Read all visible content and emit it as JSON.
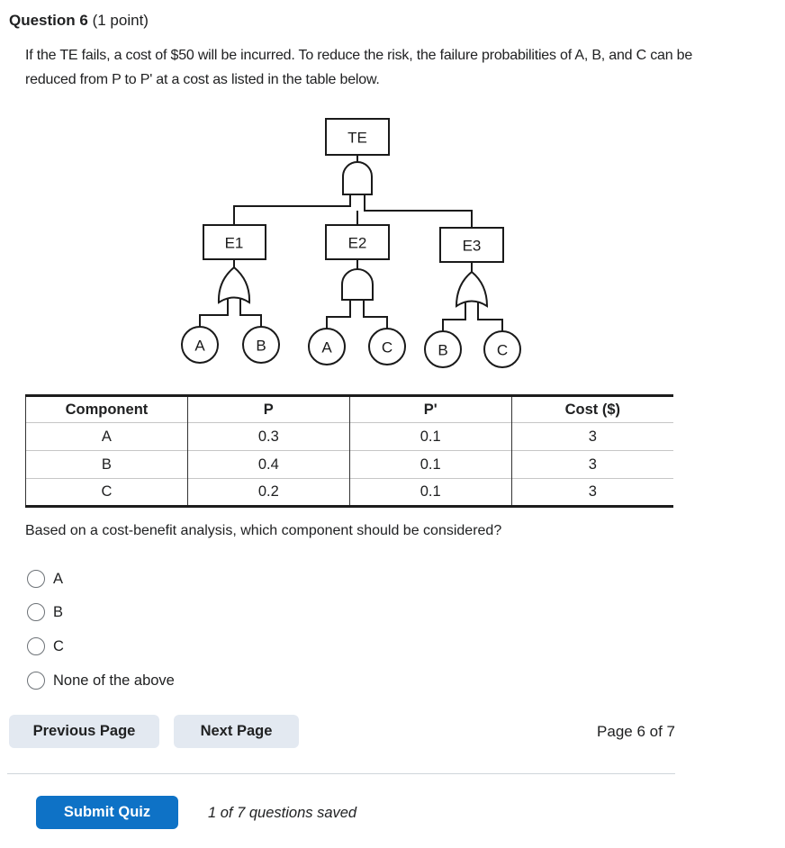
{
  "question": {
    "number_label": "Question 6",
    "points_label": "(1 point)",
    "prompt": "If the TE fails, a cost of $50 will be incurred. To reduce the risk, the failure probabilities of A, B, and C can be reduced from P to P' at a cost as listed in the table below.",
    "followup": "Based on a cost-benefit analysis, which component should be considered?"
  },
  "diagram": {
    "type": "fault-tree",
    "top": {
      "label": "TE",
      "gate": "AND"
    },
    "branches": [
      {
        "label": "E1",
        "gate": "OR",
        "inputs": [
          "A",
          "B"
        ]
      },
      {
        "label": "E2",
        "gate": "AND",
        "inputs": [
          "A",
          "C"
        ]
      },
      {
        "label": "E3",
        "gate": "OR",
        "inputs": [
          "B",
          "C"
        ]
      }
    ]
  },
  "table": {
    "headers": [
      "Component",
      "P",
      "P'",
      "Cost ($)"
    ],
    "rows": [
      [
        "A",
        "0.3",
        "0.1",
        "3"
      ],
      [
        "B",
        "0.4",
        "0.1",
        "3"
      ],
      [
        "C",
        "0.2",
        "0.1",
        "3"
      ]
    ]
  },
  "options": [
    {
      "label": "A",
      "selected": false
    },
    {
      "label": "B",
      "selected": false
    },
    {
      "label": "C",
      "selected": false
    },
    {
      "label": "None of the above",
      "selected": false
    }
  ],
  "pagination": {
    "previous_label": "Previous Page",
    "next_label": "Next Page",
    "page_indicator": "Page 6 of 7"
  },
  "footer": {
    "submit_label": "Submit Quiz",
    "saved_status": "1 of 7 questions saved"
  },
  "colors": {
    "primary_button": "#0e72c6",
    "secondary_button": "#e3e9f1",
    "text": "#202122",
    "divider": "#cfd6db"
  }
}
